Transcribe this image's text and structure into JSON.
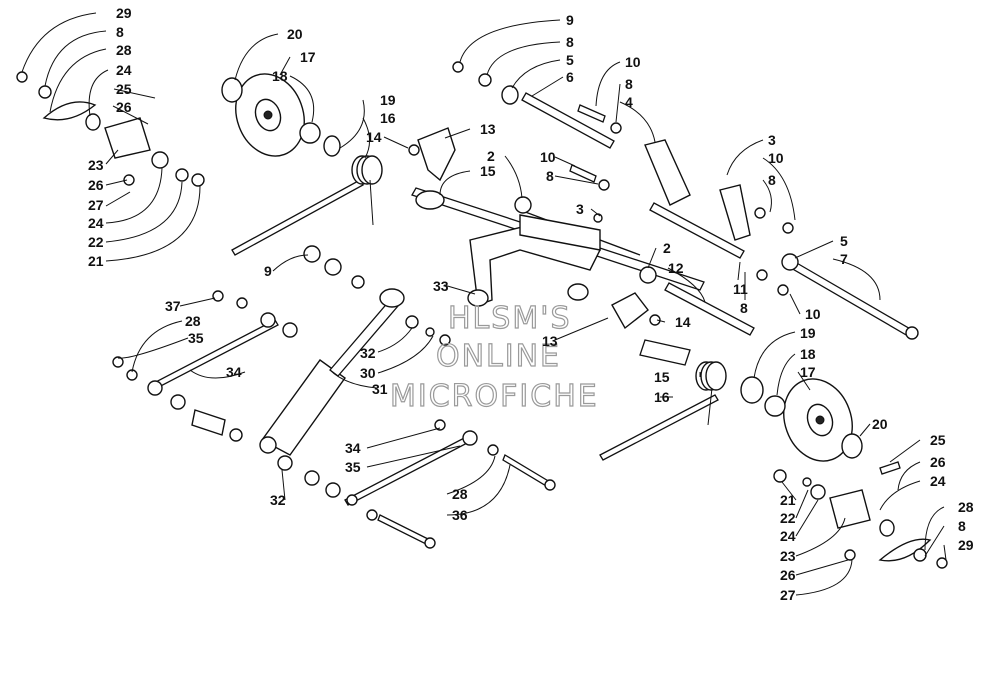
{
  "watermark": {
    "line1": "HLSM'S",
    "line2": "ONLINE",
    "line3": "MICROFICHE"
  },
  "callouts": [
    "29",
    "8",
    "28",
    "24",
    "25",
    "26",
    "23",
    "26",
    "27",
    "24",
    "22",
    "21",
    "20",
    "17",
    "18",
    "19",
    "16",
    "14",
    "13",
    "15",
    "2",
    "9",
    "8",
    "5",
    "6",
    "10",
    "8",
    "4",
    "3",
    "10",
    "8",
    "10",
    "8",
    "3",
    "5",
    "7",
    "2",
    "12",
    "11",
    "8",
    "10",
    "14",
    "13",
    "9",
    "33",
    "32",
    "30",
    "31",
    "37",
    "28",
    "35",
    "34",
    "19",
    "18",
    "17",
    "20",
    "15",
    "16",
    "25",
    "26",
    "24",
    "21",
    "22",
    "24",
    "23",
    "26",
    "27",
    "28",
    "8",
    "29",
    "34",
    "35",
    "28",
    "32",
    "36"
  ]
}
